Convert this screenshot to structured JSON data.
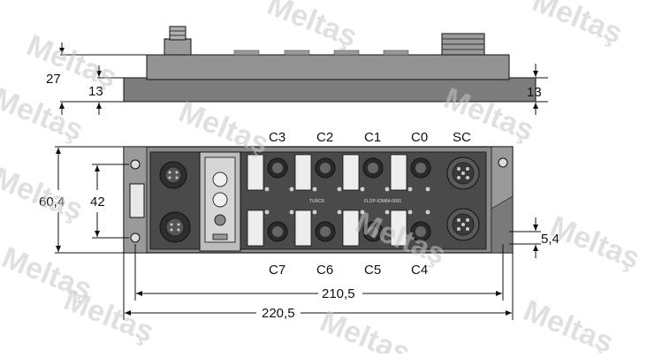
{
  "dimensions": {
    "side_height": "27",
    "side_base_left": "13",
    "side_base_right": "13",
    "front_height": "60,4",
    "front_hole_spacing": "42",
    "mount_offset": "5,4",
    "hole_distance": "210,5",
    "overall_length": "220,5"
  },
  "ports": {
    "top": [
      "C3",
      "C2",
      "C1",
      "C0",
      "SC"
    ],
    "bottom": [
      "C7",
      "C6",
      "C5",
      "C4"
    ]
  },
  "device": {
    "brand": "TURCK",
    "model": "FLDP-IOM84-0001"
  },
  "watermark": "Meltaş",
  "colors": {
    "housing": "#8a8a8a",
    "panel_dark": "#3a3a3a",
    "line": "#111111",
    "watermark": "#c8c8c8"
  }
}
